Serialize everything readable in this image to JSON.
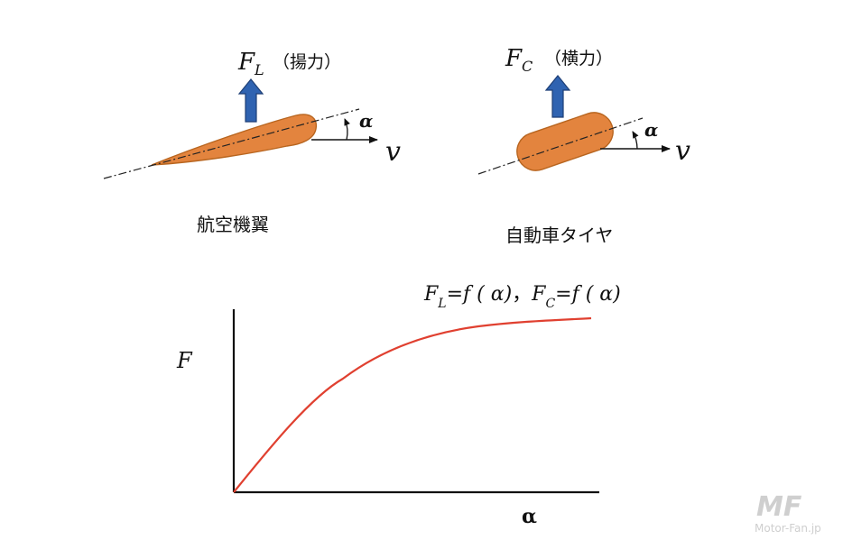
{
  "colors": {
    "orange_fill": "#e3843e",
    "orange_stroke": "#b8651f",
    "arrow_blue": "#2f63b1",
    "arrow_blue_stroke": "#1e3f76",
    "curve_red": "#e04030",
    "ink": "#111111",
    "watermark": "#cfcfcf"
  },
  "airfoil": {
    "force_symbol": "F",
    "force_subscript": "L",
    "force_name": "（揚力）",
    "angle_symbol": "α",
    "velocity_symbol": "v",
    "caption": "航空機翼"
  },
  "tire": {
    "force_symbol": "F",
    "force_subscript": "C",
    "force_name": "（横力）",
    "angle_symbol": "α",
    "velocity_symbol": "v",
    "caption": "自動車タイヤ"
  },
  "graph": {
    "y_label": "F",
    "x_label": "α",
    "formula": {
      "fl_symbol": "F",
      "fl_sub": "L",
      "fl_rhs": "=f ( α)",
      "separator": "，",
      "fc_symbol": "F",
      "fc_sub": "C",
      "fc_rhs": "=f ( α)"
    }
  },
  "watermark": {
    "logo_text": "MF",
    "site": "Motor-Fan.jp"
  }
}
